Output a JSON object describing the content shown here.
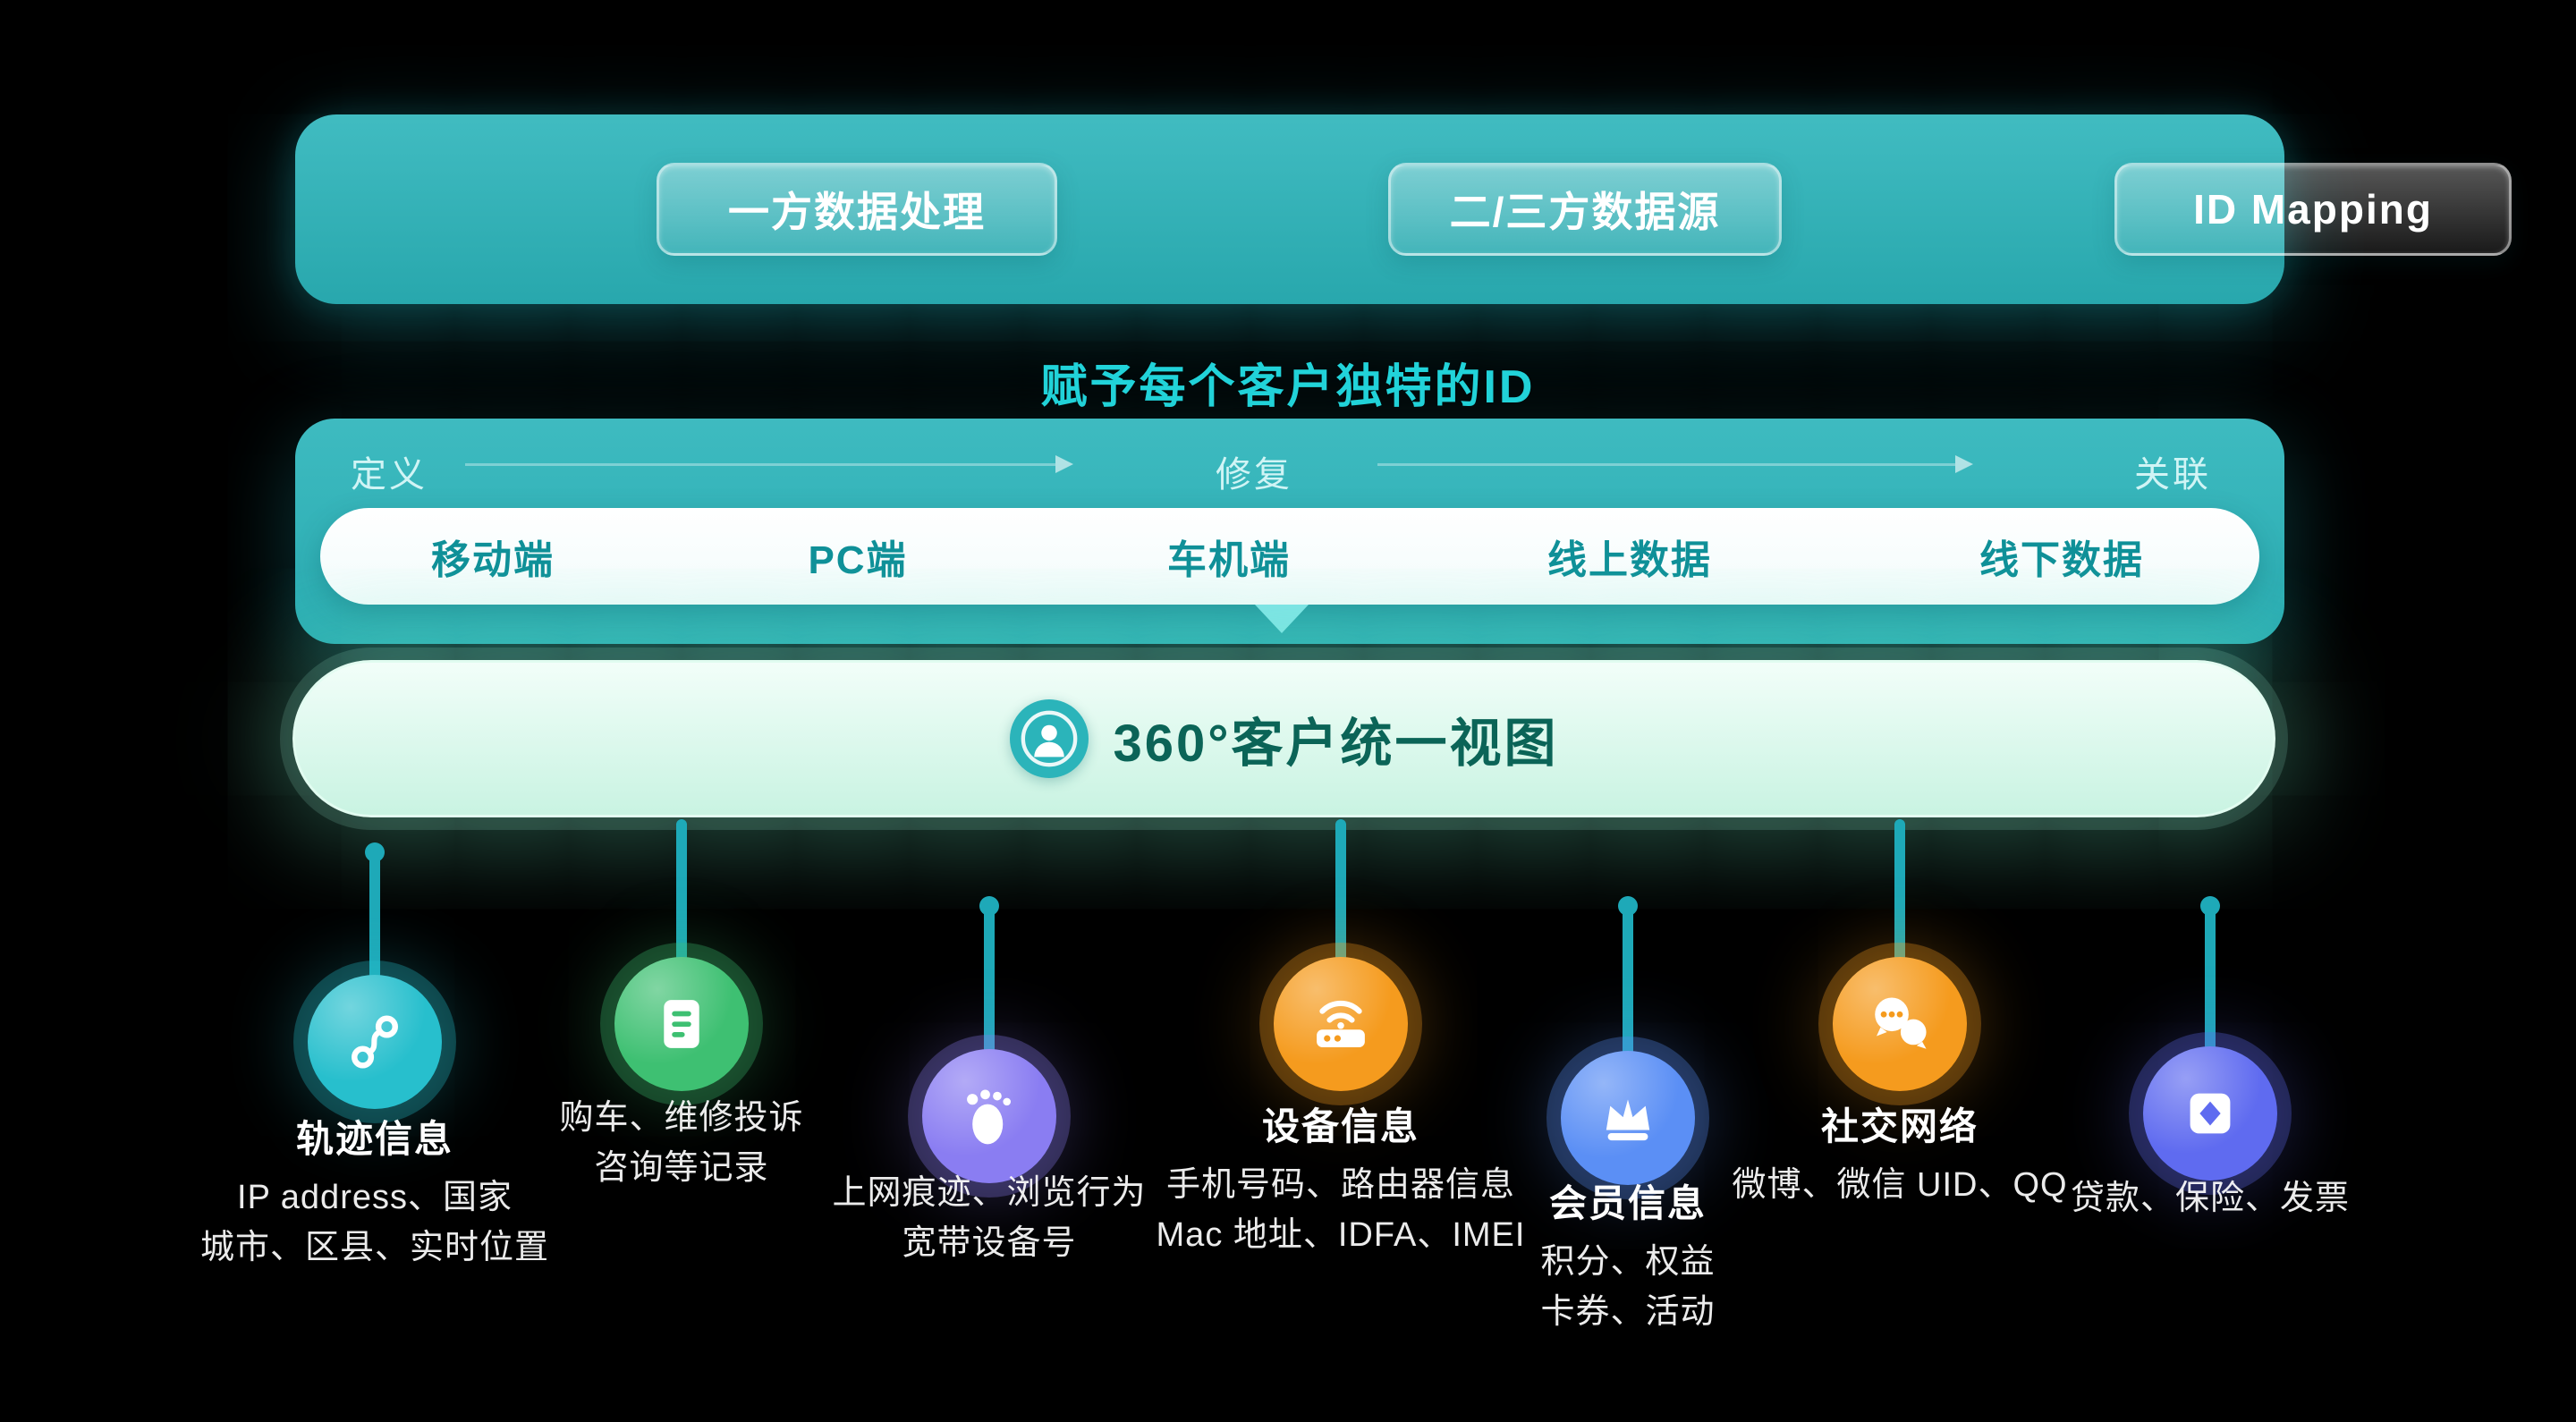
{
  "colors": {
    "background": "#000000",
    "teal": "#2bb4ba",
    "accent": "#22d4da",
    "channel_text": "#0f9098",
    "unified_text": "#0b6457",
    "connector": "#1ea9b8"
  },
  "top_bar": {
    "buttons": [
      {
        "label": "一方数据处理"
      },
      {
        "label": "二/三方数据源"
      },
      {
        "label": "ID Mapping"
      }
    ]
  },
  "subtitle": "赋予每个客户独特的ID",
  "pipeline": {
    "stages": [
      {
        "label": "定义"
      },
      {
        "label": "修复"
      },
      {
        "label": "关联"
      }
    ],
    "channels": [
      {
        "label": "移动端"
      },
      {
        "label": "PC端"
      },
      {
        "label": "车机端"
      },
      {
        "label": "线上数据"
      },
      {
        "label": "线下数据"
      }
    ]
  },
  "unified_view": {
    "label": "360°客户统一视图",
    "icon": "user-icon"
  },
  "sources": [
    {
      "icon": "route-icon",
      "color": "#27bfcd",
      "glow": "rgba(39,191,205,0.30)",
      "name": "轨迹信息",
      "lines": [
        "IP address、国家",
        "城市、区县、实时位置"
      ]
    },
    {
      "icon": "document-icon",
      "color": "#3ec072",
      "glow": "rgba(62,192,114,0.30)",
      "name": "",
      "lines": [
        "购车、维修投诉",
        "咨询等记录"
      ]
    },
    {
      "icon": "footprint-icon",
      "color": "#8a7df2",
      "glow": "rgba(138,125,242,0.30)",
      "name": "",
      "lines": [
        "上网痕迹、浏览行为",
        "宽带设备号"
      ]
    },
    {
      "icon": "router-icon",
      "color": "#f59b1e",
      "glow": "rgba(245,155,30,0.30)",
      "name": "设备信息",
      "lines": [
        "手机号码、路由器信息",
        "Mac 地址、IDFA、IMEI"
      ]
    },
    {
      "icon": "crown-icon",
      "color": "#5b8ff5",
      "glow": "rgba(91,143,245,0.30)",
      "name": "会员信息",
      "lines": [
        "积分、权益",
        "卡券、活动"
      ]
    },
    {
      "icon": "chat-icon",
      "color": "#f59b1e",
      "glow": "rgba(245,155,30,0.30)",
      "name": "社交网络",
      "lines": [
        "微博、微信 UID、QQ"
      ]
    },
    {
      "icon": "invoice-icon",
      "color": "#5f6bf0",
      "glow": "rgba(95,107,240,0.30)",
      "name": "",
      "lines": [
        "贷款、保险、发票"
      ]
    }
  ]
}
